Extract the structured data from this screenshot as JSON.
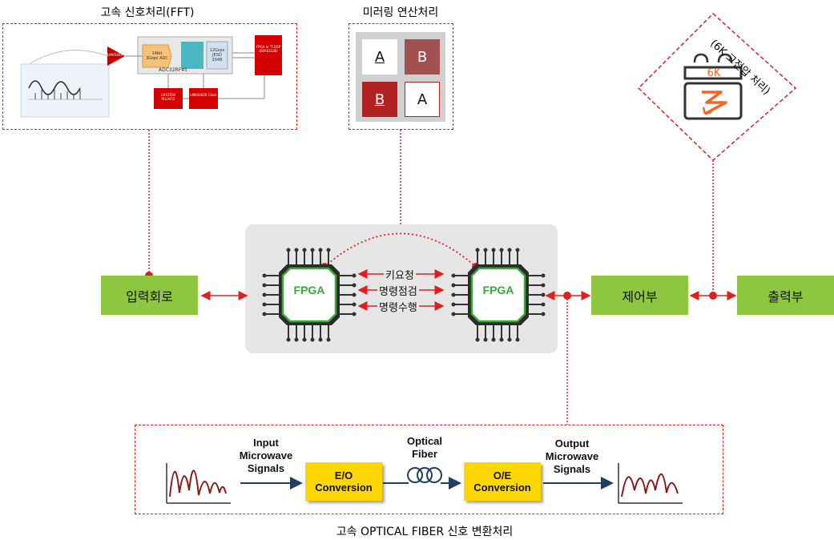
{
  "fft": {
    "caption": "고속 신호처리(FFT)",
    "board_label": "ADC32RF45",
    "chips": [
      "LMH5404",
      "14bit 3Gsps ADC",
      "12Gsps JESD 204B",
      "FPGA or TI DSP (66AK2L06)",
      "LMX2592 PLL/VCO",
      "LMK04828 Clock"
    ]
  },
  "mirroring": {
    "caption": "미러링 연산처리",
    "tiles": [
      "A",
      "B",
      "B",
      "A"
    ]
  },
  "hv": {
    "caption": "(6K 고전압 처리)",
    "badge": "6K"
  },
  "blocks": {
    "input": "입력회로",
    "control": "제어부",
    "output": "출력부"
  },
  "fpga": {
    "left_label": "FPGA",
    "right_label": "FPGA",
    "commands": [
      "키요청",
      "명령점검",
      "명령수행"
    ]
  },
  "optical": {
    "input_label": "Input\nMicrowave\nSignals",
    "eo_line1": "E/O",
    "eo_line2": "Conversion",
    "fiber_label": "Optical\nFiber",
    "oe_line1": "O/E",
    "oe_line2": "Conversion",
    "output_label": "Output\nMicrowave\nSignals",
    "caption": "고속 OPTICAL FIBER 신호 변환처리"
  },
  "colors": {
    "accent_red": "#e02020",
    "green": "#8dc63f",
    "yellow": "#ffd700",
    "panel_gray": "#e6e6e6",
    "tile_red": "#b22222"
  }
}
